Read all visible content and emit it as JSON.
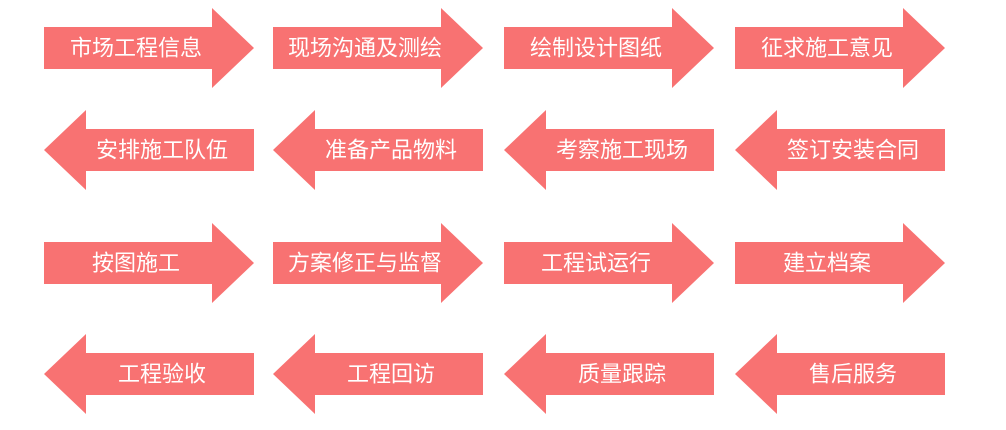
{
  "theme": {
    "arrow_color": "#f87272",
    "text_color": "#ffffff",
    "background": "#ffffff"
  },
  "rows": [
    {
      "direction": "right",
      "steps": [
        {
          "name": "step-market-research",
          "label": "市场工程信息"
        },
        {
          "name": "step-site-communication",
          "label": "现场沟通及测绘"
        },
        {
          "name": "step-design-drawing",
          "label": "绘制设计图纸"
        },
        {
          "name": "step-construction-opinion",
          "label": "征求施工意见"
        }
      ]
    },
    {
      "direction": "left",
      "steps": [
        {
          "name": "step-arrange-team",
          "label": "安排施工队伍"
        },
        {
          "name": "step-prepare-materials",
          "label": "准备产品物料"
        },
        {
          "name": "step-inspect-site",
          "label": "考察施工现场"
        },
        {
          "name": "step-sign-contract",
          "label": "签订安装合同"
        }
      ]
    },
    {
      "direction": "right",
      "steps": [
        {
          "name": "step-build-by-drawing",
          "label": "按图施工"
        },
        {
          "name": "step-plan-supervision",
          "label": "方案修正与监督"
        },
        {
          "name": "step-trial-run",
          "label": "工程试运行"
        },
        {
          "name": "step-build-archive",
          "label": "建立档案"
        }
      ]
    },
    {
      "direction": "left",
      "steps": [
        {
          "name": "step-acceptance",
          "label": "工程验收"
        },
        {
          "name": "step-return-visit",
          "label": "工程回访"
        },
        {
          "name": "step-quality-tracking",
          "label": "质量跟踪"
        },
        {
          "name": "step-after-sales",
          "label": "售后服务"
        }
      ]
    }
  ]
}
